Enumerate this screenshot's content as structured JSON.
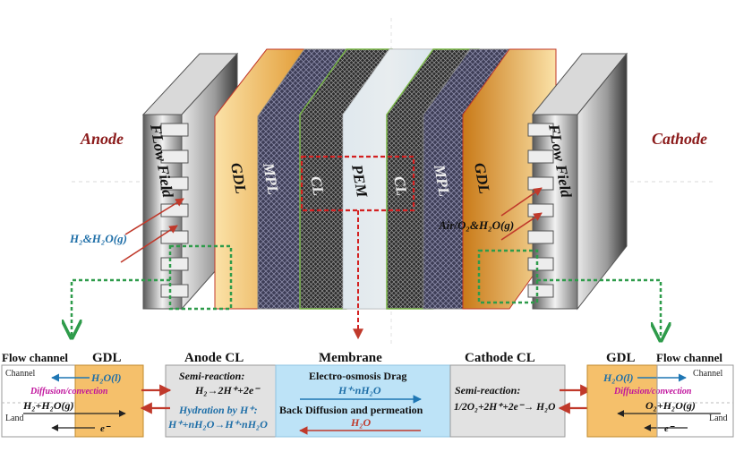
{
  "stack": {
    "anode": "Anode",
    "cathode": "Cathode",
    "flow_field_left": "FLow Field",
    "flow_field_right": "FLow Field",
    "gdl_left": "GDL",
    "gdl_right": "GDL",
    "mpl_left": "MPL",
    "mpl_right": "MPL",
    "cl_left": "CL",
    "cl_right": "CL",
    "pem": "PEM",
    "anode_feed": "H₂&H₂O(g)",
    "cathode_feed": "Air/O₂&H₂O(g)"
  },
  "bottom": {
    "left_flow_channel": "Flow channel",
    "left_gdl": "GDL",
    "anode_cl": "Anode CL",
    "membrane": "Membrane",
    "cathode_cl": "Cathode CL",
    "right_gdl": "GDL",
    "right_flow_channel": "Flow channel",
    "channel_left": "Channel",
    "land_left": "Land",
    "channel_right": "Channel",
    "land_right": "Land",
    "h2o_liquid_left": "H₂O(l)",
    "diffusion_left": "Diffusion/convection",
    "h2_h2o_g": "H₂+H₂O(g)",
    "electron_left": "e⁻",
    "anode_semi_title": "Semi-reaction:",
    "anode_semi_eq": "H₂→2H⁺+2e⁻",
    "hydration_title": "Hydration by H⁺:",
    "hydration_eq": "H⁺+nH₂O→H⁺·nH₂O",
    "eod_title": "Electro-osmosis Drag",
    "eod_species": "H⁺·nH₂O",
    "back_diffusion": "Back Diffusion and permeation",
    "back_species": "H₂O",
    "cathode_semi_title": "Semi-reaction:",
    "cathode_semi_eq": "1/2O₂+2H⁺+2e⁻→ H₂O",
    "h2o_liquid_right": "H₂O(l)",
    "diffusion_right": "Diffusion/convection",
    "o2_h2o_g": "O₂+H₂O(g)",
    "electron_right": "e⁻"
  },
  "colors": {
    "anode_text": "#8b1a1a",
    "gdl_fill": "#f5c06b",
    "membrane_fill": "#bde3f7",
    "cl_box_fill": "#e2e2e2",
    "red_arrow": "#c0392b",
    "blue_arrow": "#1f77b4",
    "green_dash": "#2e9b4a",
    "magenta": "#c0129c"
  }
}
